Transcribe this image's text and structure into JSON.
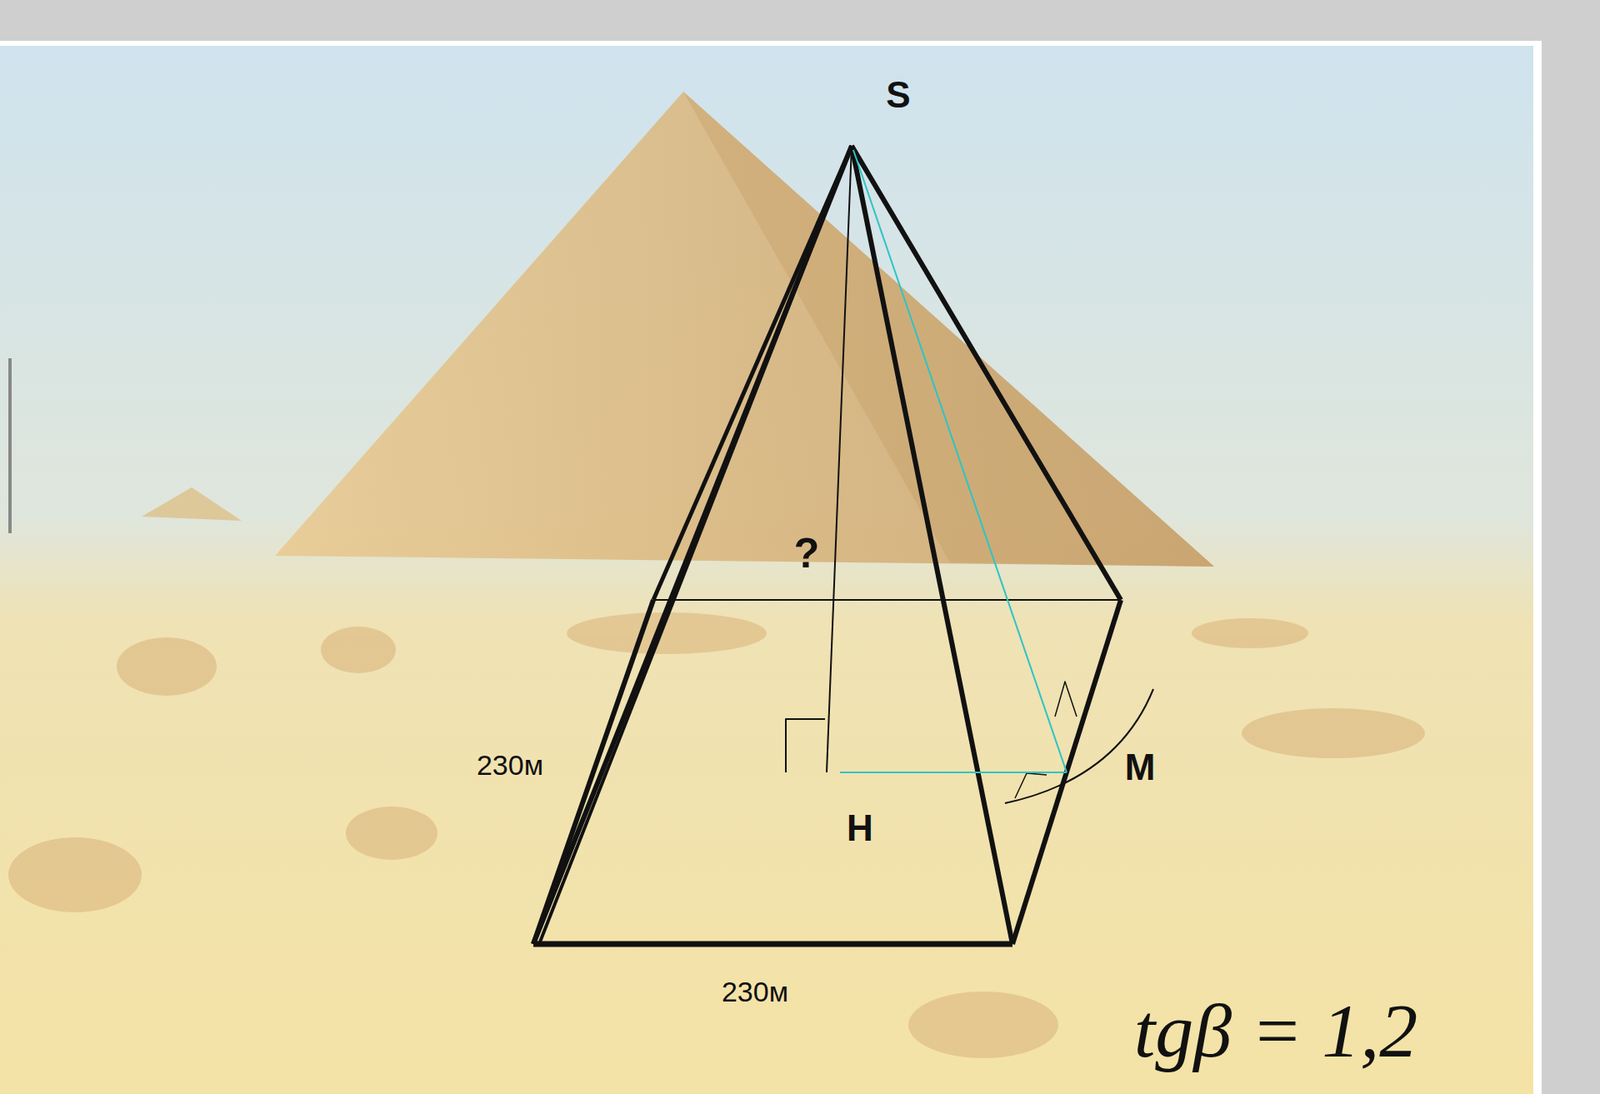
{
  "diagram": {
    "labels": [
      "S",
      "?",
      "230м",
      "230м",
      "M",
      "H",
      "tgβ = 1,2"
    ]
  }
}
